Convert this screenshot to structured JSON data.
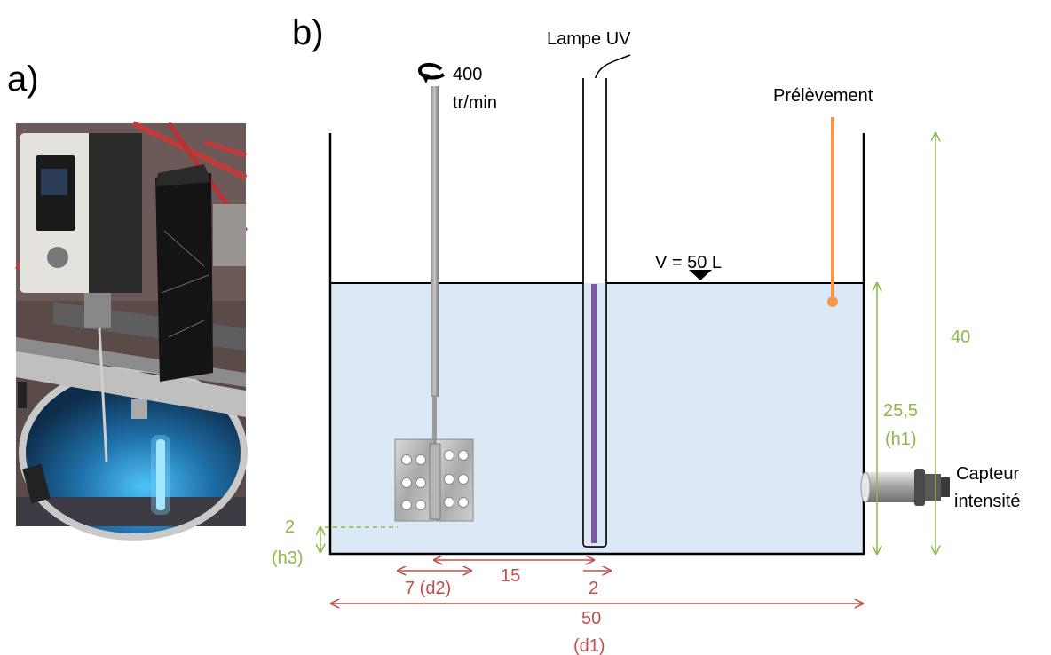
{
  "panels": {
    "a": "a)",
    "b": "b)"
  },
  "labels": {
    "speed_value": "400",
    "speed_unit": "tr/min",
    "lamp": "Lampe UV",
    "sampling": "Prélèvement",
    "volume": "V = 50 L",
    "sensor_line1": "Capteur",
    "sensor_line2": "intensité"
  },
  "dimensions": {
    "total_height": "40",
    "liquid_height": "25,5",
    "liquid_height_name": "(h1)",
    "impeller_clearance": "2",
    "impeller_clearance_name": "(h3)",
    "impeller_diameter": "7 (d2)",
    "impeller_lamp_distance": "15",
    "lamp_diameter": "2",
    "tank_diameter": "50",
    "tank_diameter_name": "(d1)"
  },
  "colors": {
    "liquid": "#dce8f5",
    "dimension_green": "#8db84a",
    "dimension_red": "#c0504d",
    "sampling_tube": "#f79646",
    "uv_tube": "#7b5aa6",
    "photo_uv_glow": "#2aa8e8"
  },
  "icons": {
    "rotation": "rotation-arrow-icon",
    "level": "liquid-level-triangle-icon"
  }
}
